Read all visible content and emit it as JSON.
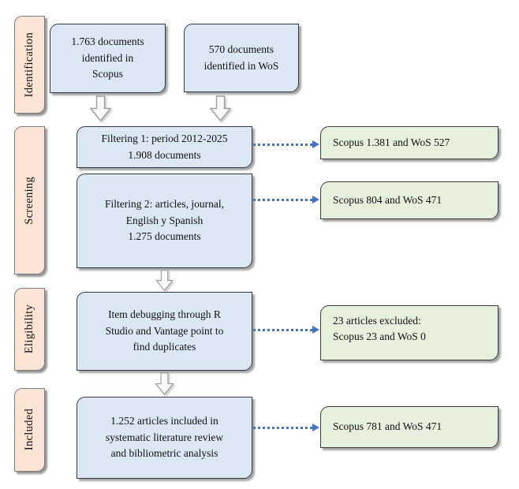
{
  "diagram": {
    "stages": {
      "identification": "Identification",
      "screening": "Screening",
      "eligibility": "Eligibility",
      "included": "Included"
    },
    "process_boxes": {
      "scopus_identified": "1.763 documents\nidentified in\nScopus",
      "wos_identified": "570 documents\nidentified in WoS",
      "filtering_1": "Filtering 1: period 2012-2025\n1.908 documents",
      "filtering_2": "Filtering 2: articles, journal,\nEnglish y Spanish\n1.275 documents",
      "deduplication": "Item debugging through R\nStudio and Vantage point to\nfind duplicates",
      "final_included": "1.252 articles included in\nsystematic literature review\nand bibliometric analysis"
    },
    "result_boxes": {
      "after_filtering_1": "Scopus 1.381 and WoS 527",
      "after_filtering_2": "Scopus 804 and WoS 471",
      "excluded_duplicates": "23 articles excluded:\nScopus 23 and WoS 0",
      "final_counts": "Scopus 781 and WoS 471"
    },
    "colors": {
      "process_fill": "#dbe8f4",
      "process_border": "#333a45",
      "result_fill": "#e5f0dd",
      "result_border": "#3c3c3c",
      "stage_fill": "#fbe4d3",
      "stage_border": "#7d7d7d",
      "connector_blue": "#4472c4",
      "down_arrow_fill": "#fafafa",
      "down_arrow_border": "#9e9e9e"
    }
  }
}
